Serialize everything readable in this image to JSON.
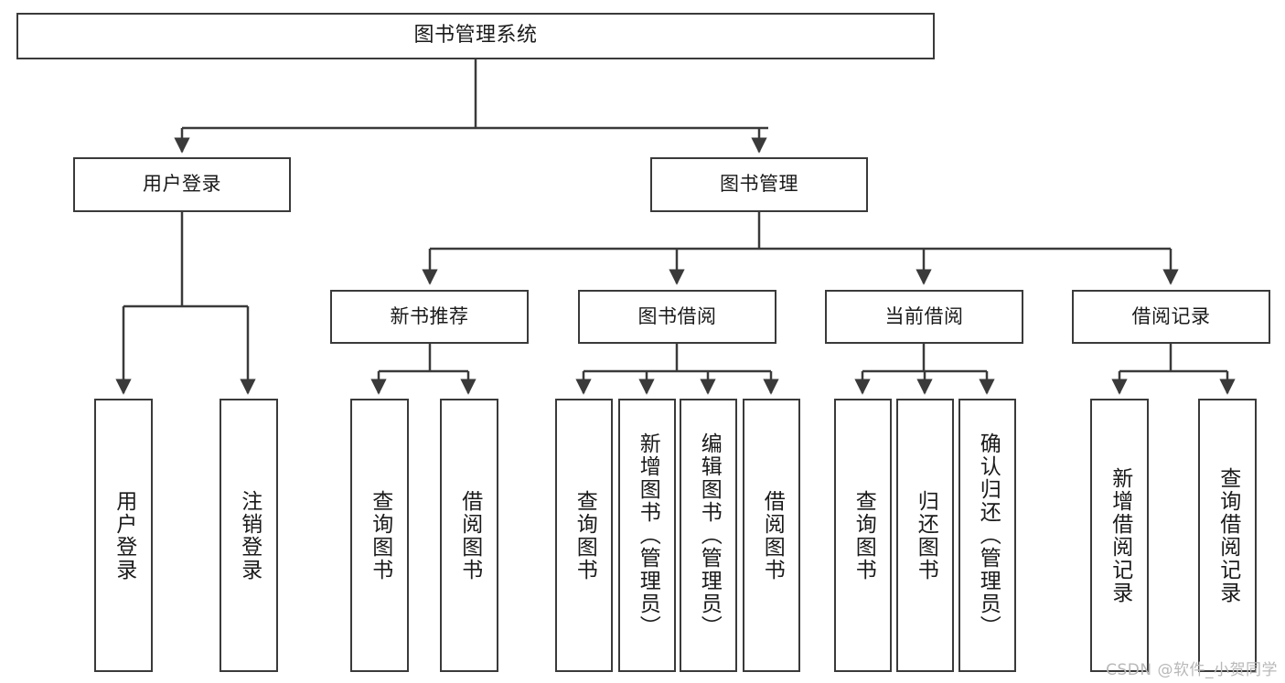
{
  "diagram": {
    "title": "图书管理系统",
    "watermark": "CSDN @软件_小贺同学",
    "colors": {
      "box_border": "#3a3a3a",
      "box_fill": "#ffffff",
      "edge": "#3a3a3a",
      "text": "#1a1a1a",
      "watermark": "#b8b8b8"
    },
    "root": {
      "label": "图书管理系统"
    },
    "level1": [
      {
        "label": "用户登录"
      },
      {
        "label": "图书管理"
      }
    ],
    "level2": [
      {
        "label": "新书推荐"
      },
      {
        "label": "图书借阅"
      },
      {
        "label": "当前借阅"
      },
      {
        "label": "借阅记录"
      }
    ],
    "leaves": {
      "user_login": [
        {
          "label": "用户登录"
        },
        {
          "label": "注销登录"
        }
      ],
      "new_book_recommend": [
        {
          "label": "查询图书"
        },
        {
          "label": "借阅图书"
        }
      ],
      "book_borrow": [
        {
          "label": "查询图书"
        },
        {
          "label": "新增图书（管理员）"
        },
        {
          "label": "编辑图书（管理员）"
        },
        {
          "label": "借阅图书"
        }
      ],
      "current_borrow": [
        {
          "label": "查询图书"
        },
        {
          "label": "归还图书"
        },
        {
          "label": "确认归还（管理员）"
        }
      ],
      "borrow_record": [
        {
          "label": "新增借阅记录"
        },
        {
          "label": "查询借阅记录"
        }
      ]
    }
  }
}
